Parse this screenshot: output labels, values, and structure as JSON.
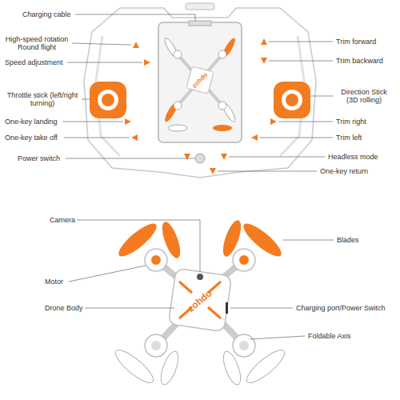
{
  "diagram": {
    "labels": [
      "Charging cable",
      "High-speed rotation Round flight",
      "Speed adjustment",
      "Throttle stick (left/right turning)",
      "One-key landing",
      "One-key take off",
      "Power switch",
      "Trim forward",
      "Trim backward",
      "Direction Stick (3D rolling)",
      "Trim right",
      "Trim left",
      "Headless mode",
      "One-key return",
      "zohdo",
      "Camera",
      "Blades",
      "Motor",
      "Drone Body",
      "Charging port/Power Switch",
      "Foldable Axis",
      "zohdo"
    ]
  }
}
